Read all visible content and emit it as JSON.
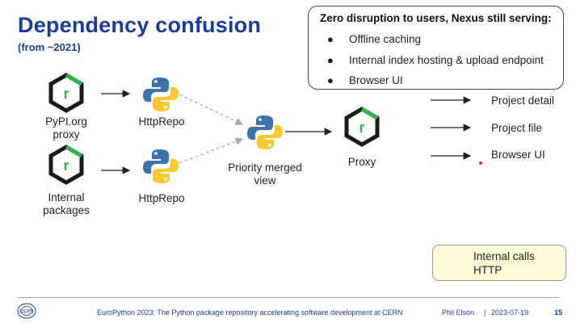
{
  "slide": {
    "title": "Dependency confusion",
    "subtitle": "(from ~2021)"
  },
  "callout": {
    "heading": "Zero disruption to users, Nexus still serving:",
    "items": [
      "Offline caching",
      "Internal index hosting & upload endpoint",
      "Browser UI"
    ]
  },
  "nodes": {
    "pypi_proxy": "PyPI.org\nproxy",
    "internal_packages": "Internal\npackages",
    "httprepo_top": "HttpRepo",
    "httprepo_bottom": "HttpRepo",
    "priority_merged": "Priority merged\nview",
    "proxy": "Proxy"
  },
  "outputs": [
    "Project detail",
    "Project file",
    "Browser UI"
  ],
  "legend": {
    "internal_calls": "Internal calls",
    "http": "HTTP"
  },
  "footer": {
    "cern": "CERN",
    "event": "EuroPython 2023: The Python package repository accelerating software development at CERN",
    "author": "Phil Elson",
    "separator": "|",
    "date": "2023-07-19",
    "page": "15"
  },
  "colors": {
    "title": "#1a3e9a",
    "nexus_green": "#2fb34a",
    "python_blue": "#3b74ab",
    "python_yellow": "#f7c934",
    "legend_bg": "#fefbd8"
  }
}
